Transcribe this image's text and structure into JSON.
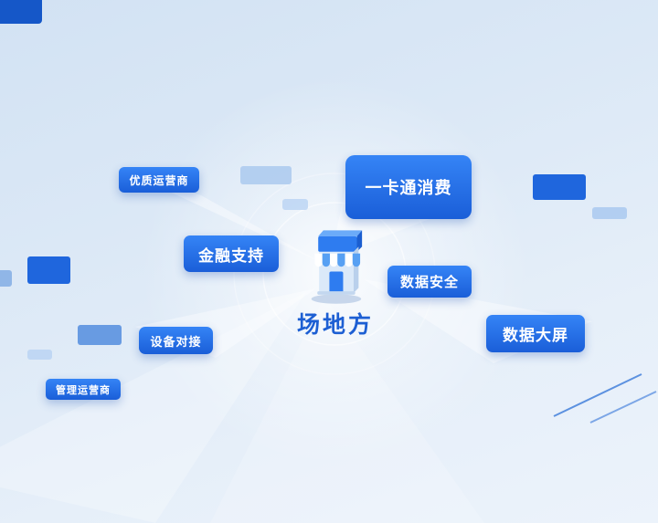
{
  "center": {
    "title": "场地方",
    "icon": "store-icon"
  },
  "nodes": [
    {
      "label": "优质运营商"
    },
    {
      "label": "金融支持"
    },
    {
      "label": "一卡通消费"
    },
    {
      "label": "数据安全"
    },
    {
      "label": "数据大屏"
    },
    {
      "label": "设备对接"
    },
    {
      "label": "管理运营商"
    }
  ],
  "colors": {
    "node_blue_top": "#3584f6",
    "node_blue_bottom": "#1a5ed8",
    "deco_solid_blue": "#1f66dd",
    "deco_light_blue": "#aac9ef",
    "center_title_blue": "#1d5fd3",
    "background_top": "#d2e2f3",
    "background_bottom": "#ecf3fb"
  }
}
